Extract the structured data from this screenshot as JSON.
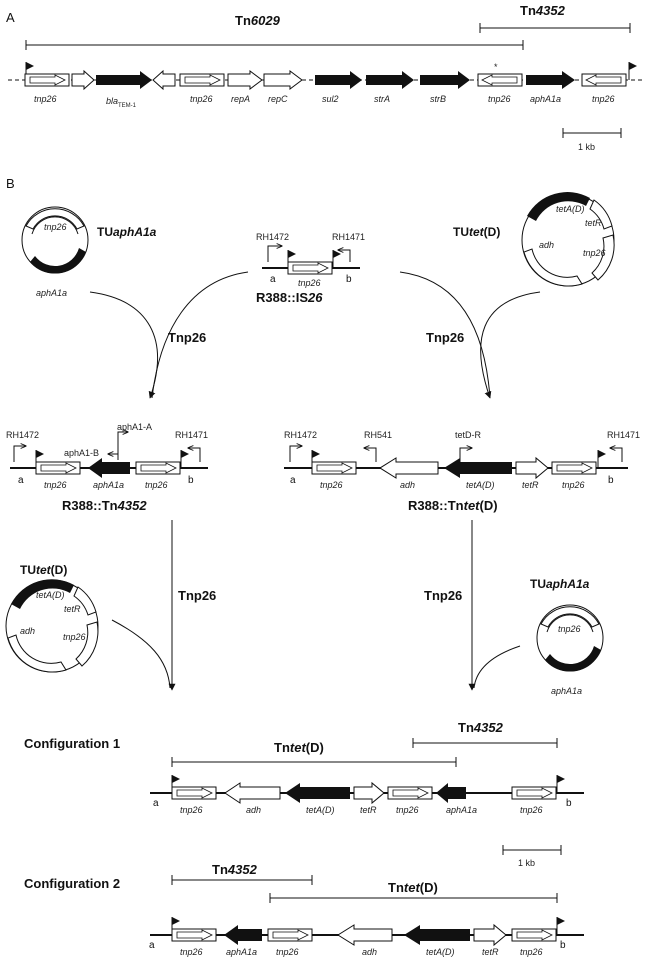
{
  "panels": {
    "a": "A",
    "b": "B"
  },
  "panelA": {
    "tn6029": "Tn6029",
    "tn4352": "Tn4352",
    "star": "*",
    "genes": [
      "tnp26",
      "bla",
      "TEM-1",
      "tnp26",
      "repA",
      "repC",
      "sul2",
      "strA",
      "strB",
      "tnp26",
      "aphA1a",
      "tnp26"
    ],
    "scale": "1 kb"
  },
  "tuAph": {
    "title": "TUaphA1a",
    "gene_tnp": "tnp26",
    "gene_aph": "aphA1a"
  },
  "tuTet": {
    "title": "TUtet(D)",
    "tetA": "tetA(D)",
    "tetR": "tetR",
    "adh": "adh",
    "tnp": "tnp26"
  },
  "r388": {
    "primer_left": "RH1472",
    "primer_right": "RH1471",
    "end_a": "a",
    "end_b": "b",
    "gene": "tnp26",
    "name": "R388::IS26"
  },
  "enzyme": "Tnp26",
  "r388tn4352": {
    "primers": [
      "RH1472",
      "aphA1-A",
      "aphA1-B",
      "RH1471"
    ],
    "genes": [
      "tnp26",
      "aphA1a",
      "tnp26"
    ],
    "end_a": "a",
    "end_b": "b",
    "name": "R388::Tn4352"
  },
  "r388tntet": {
    "primers": [
      "RH1472",
      "RH541",
      "tetD-R",
      "RH1471"
    ],
    "genes": [
      "tnp26",
      "adh",
      "tetA(D)",
      "tetR",
      "tnp26"
    ],
    "end_a": "a",
    "end_b": "b",
    "name": "R388::Tntet(D)"
  },
  "config1": {
    "title": "Configuration 1",
    "tntet": "Tntet(D)",
    "tn4352": "Tn4352",
    "genes": [
      "tnp26",
      "adh",
      "tetA(D)",
      "tetR",
      "tnp26",
      "aphA1a",
      "tnp26"
    ],
    "end_a": "a",
    "end_b": "b"
  },
  "scaleB": "1 kb",
  "config2": {
    "title": "Configuration 2",
    "tn4352": "Tn4352",
    "tntet": "Tntet(D)",
    "genes": [
      "tnp26",
      "aphA1a",
      "tnp26",
      "adh",
      "tetA(D)",
      "tetR",
      "tnp26"
    ],
    "end_a": "a",
    "end_b": "b"
  }
}
